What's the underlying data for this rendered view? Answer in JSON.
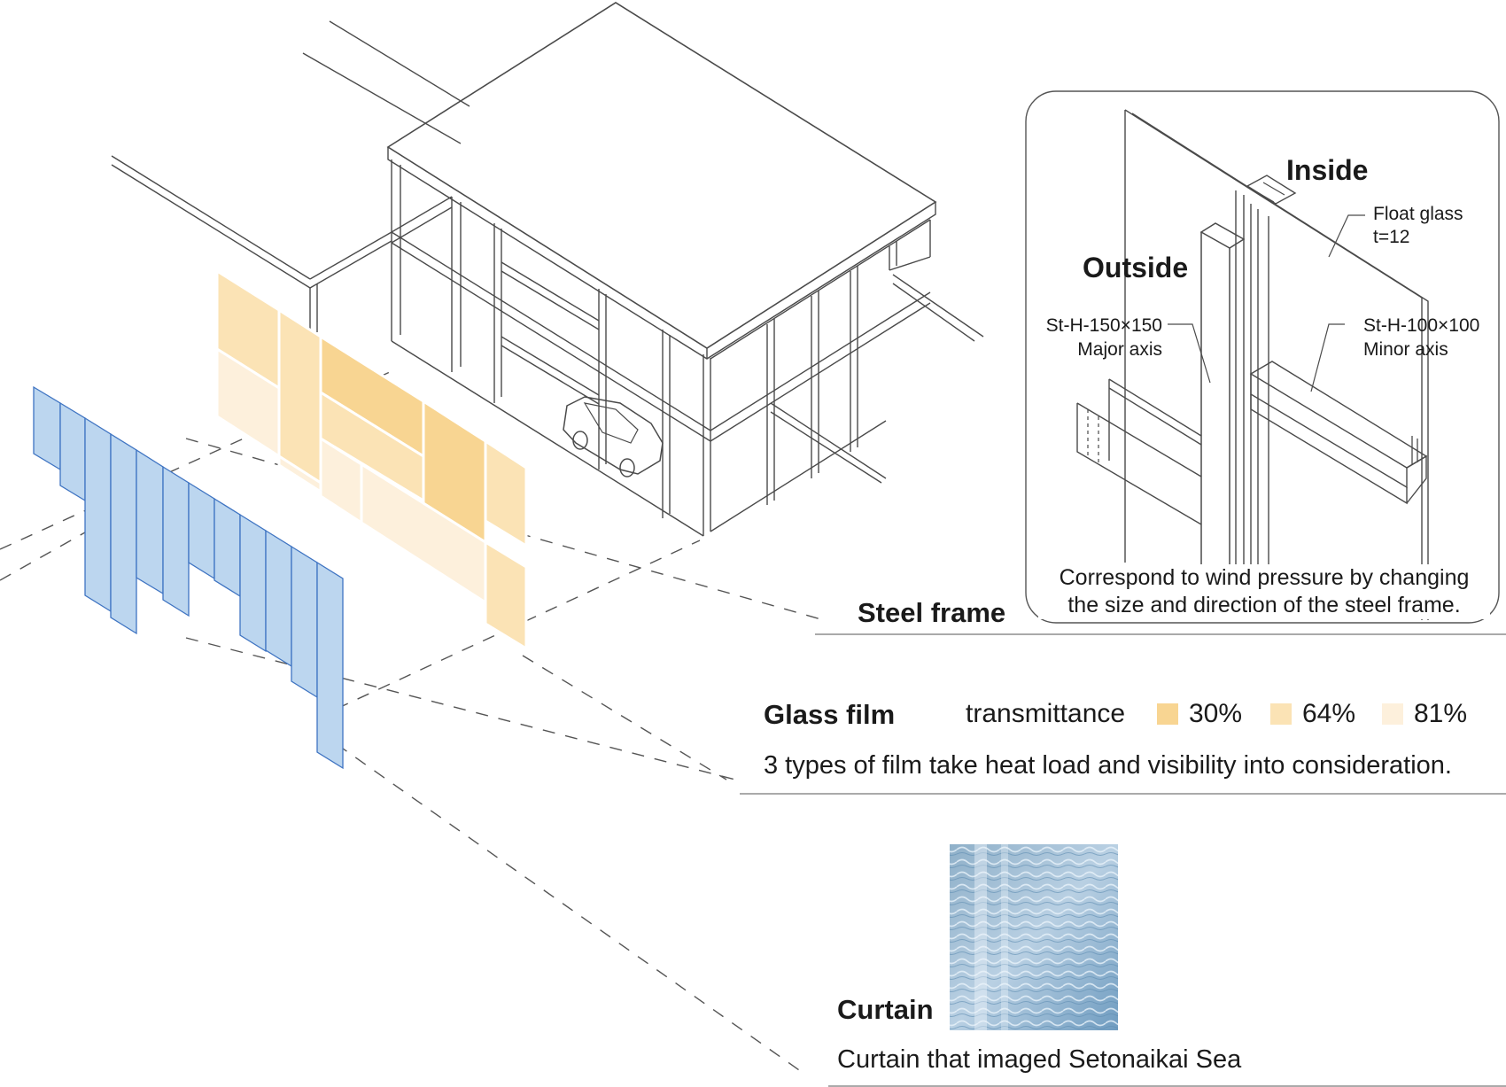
{
  "steel_frame": {
    "heading": "Steel frame",
    "inside_label": "Inside",
    "outside_label": "Outside",
    "float_glass": [
      "Float glass",
      "t=12"
    ],
    "major_member": [
      "St-H-150×150",
      "Major axis"
    ],
    "minor_member": [
      "St-H-100×100",
      "Minor axis"
    ],
    "note": [
      "Correspond to wind pressure by changing",
      "the size and direction of the steel frame."
    ]
  },
  "glass_film": {
    "heading": "Glass film",
    "legend_label": "transmittance",
    "legend": [
      {
        "label": "30%",
        "color": "#f8d592"
      },
      {
        "label": "64%",
        "color": "#fbe3b5"
      },
      {
        "label": "81%",
        "color": "#fdf0dc"
      }
    ],
    "note": "3 types of film take heat load and visibility into consideration."
  },
  "curtain": {
    "heading": "Curtain",
    "note": "Curtain that imaged Setonaikai Sea",
    "color": "#bcd6ef",
    "edge_color": "#3f74c2"
  }
}
